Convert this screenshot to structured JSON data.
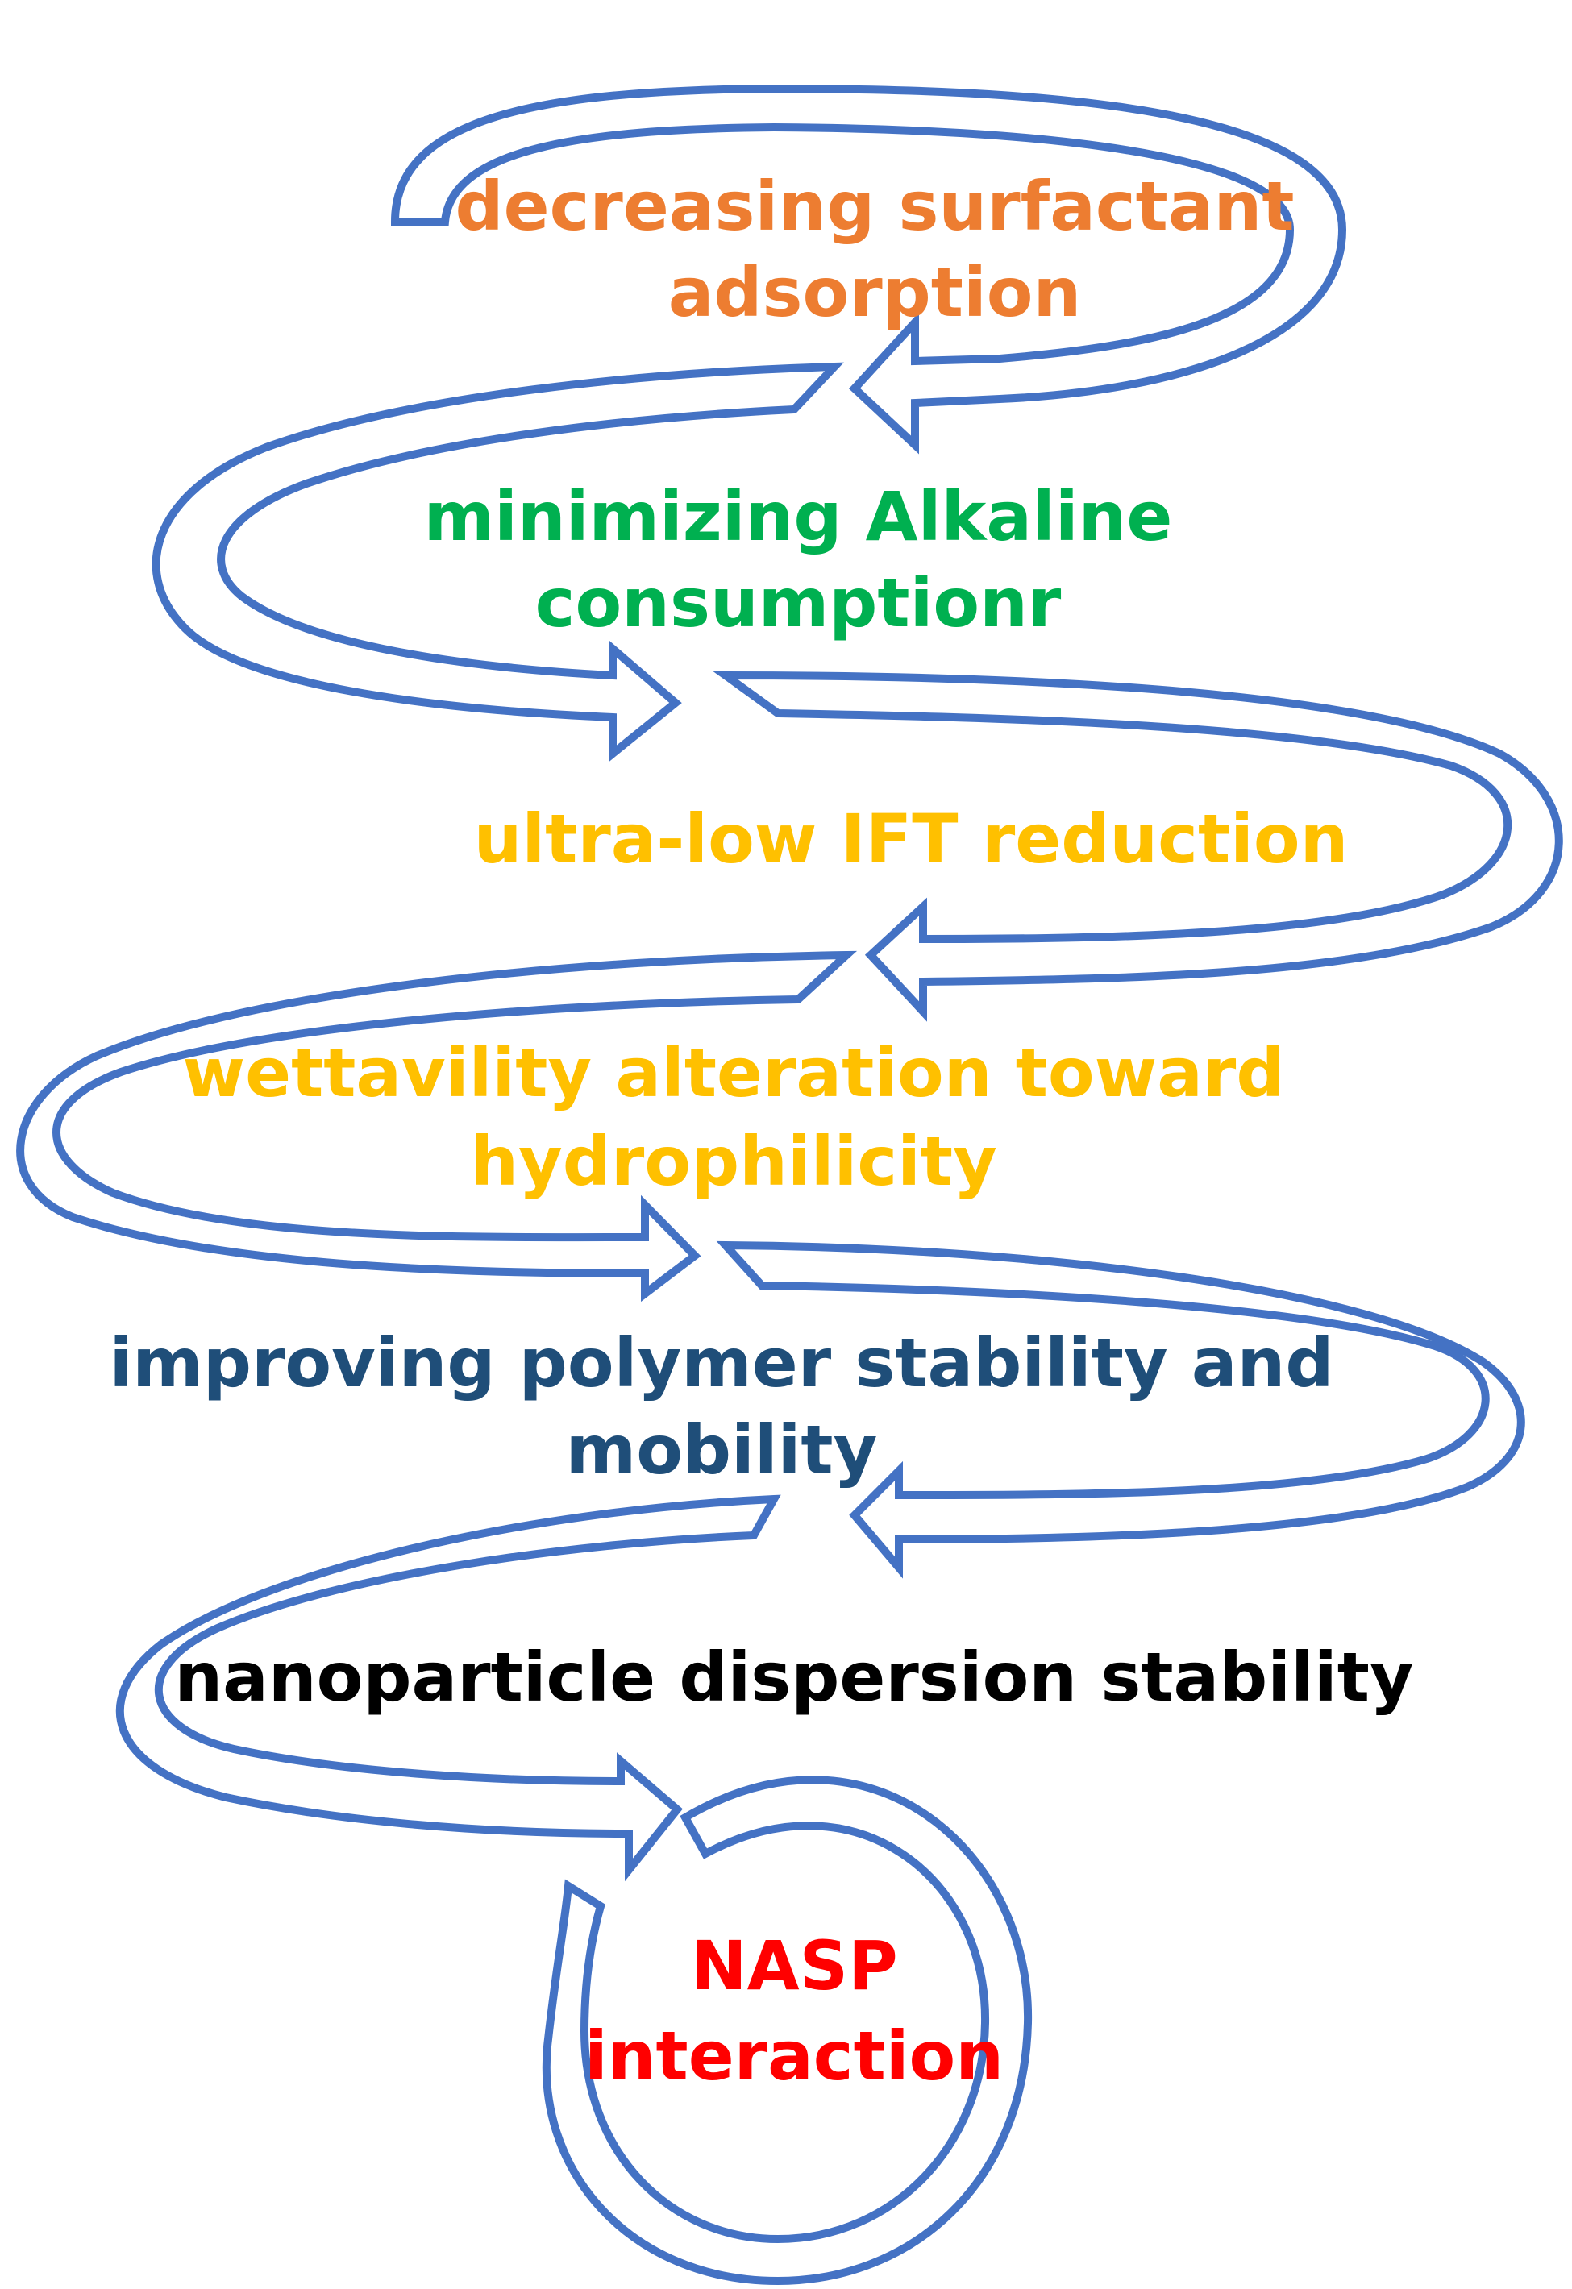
{
  "diagram": {
    "stages": [
      {
        "lines": [
          "decreasing surfactant",
          "adsorption"
        ],
        "color": "#ed7d31"
      },
      {
        "lines": [
          "minimizing Alkaline",
          "consumptionr"
        ],
        "color": "#00b050"
      },
      {
        "lines": [
          "ultra-low IFT reduction"
        ],
        "color": "#ffc000"
      },
      {
        "lines": [
          "wettavility alteration toward",
          "hydrophilicity"
        ],
        "color": "#ffc000"
      },
      {
        "lines": [
          "improving polymer stability and",
          "mobility"
        ],
        "color": "#1f4e79"
      },
      {
        "lines": [
          "nanoparticle dispersion stability"
        ],
        "color": "#000000"
      },
      {
        "lines": [
          "NASP",
          "interaction"
        ],
        "color": "#ff0000"
      }
    ],
    "arrow_color": "#4472c4"
  }
}
